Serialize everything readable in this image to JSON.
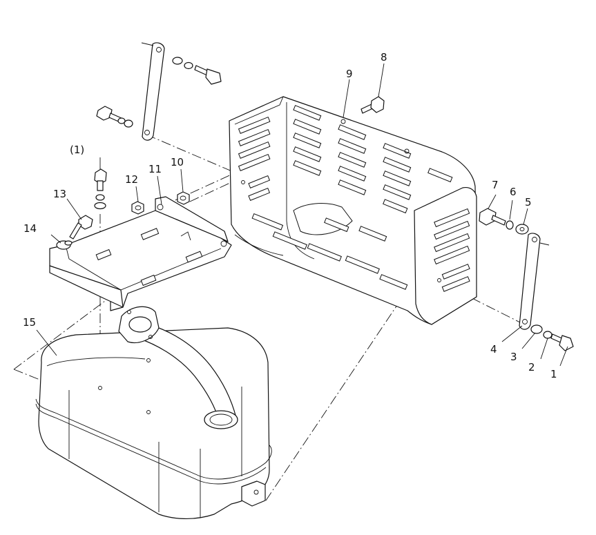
{
  "callouts": [
    {
      "id": "1",
      "text": "1"
    },
    {
      "id": "2",
      "text": "2"
    },
    {
      "id": "3",
      "text": "3"
    },
    {
      "id": "4",
      "text": "4"
    },
    {
      "id": "5",
      "text": "5"
    },
    {
      "id": "6",
      "text": "6"
    },
    {
      "id": "7",
      "text": "7"
    },
    {
      "id": "8",
      "text": "8"
    },
    {
      "id": "9",
      "text": "9"
    },
    {
      "id": "10",
      "text": "10"
    },
    {
      "id": "11",
      "text": "11"
    },
    {
      "id": "12",
      "text": "12"
    },
    {
      "id": "13",
      "text": "13"
    },
    {
      "id": "14",
      "text": "14"
    },
    {
      "id": "15",
      "text": "15"
    },
    {
      "id": "p1",
      "text": "(1)"
    }
  ]
}
